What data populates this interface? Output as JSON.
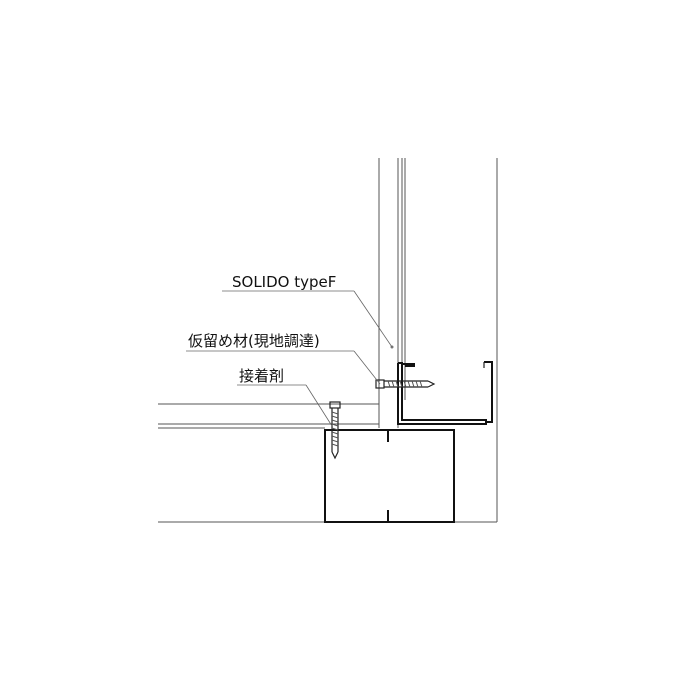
{
  "labels": {
    "solido": "SOLIDO typeF",
    "temporary_fixing": "仮留め材(現地調達)",
    "adhesive": "接着剤"
  },
  "colors": {
    "line": "#222222",
    "thin_line": "#555555",
    "leader": "#666666"
  }
}
